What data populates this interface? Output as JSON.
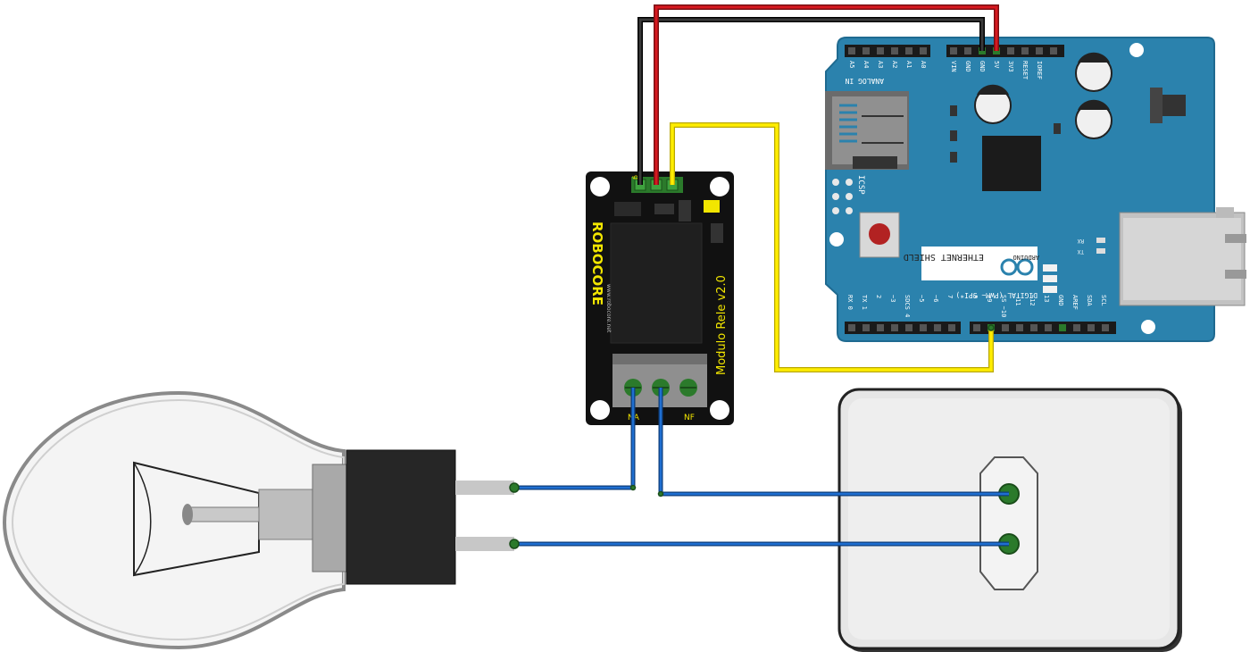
{
  "relay_module": {
    "title": "Modulo Rele v2.0",
    "brand": "ROBOCORE",
    "website": "www.robocore.net",
    "terminals": [
      "NA",
      "NF"
    ],
    "pin_label": "g"
  },
  "arduino": {
    "power_header_labels": [
      "VIN",
      "GND",
      "GND",
      "5V",
      "3V3",
      "RESET",
      "IOREF"
    ],
    "analog_header_labels": [
      "A5",
      "A4",
      "A3",
      "A2",
      "A1",
      "A0"
    ],
    "analog_title": "ANALOG IN",
    "digital_low_labels": [
      "RX 0",
      "TX 1",
      "2",
      "~3",
      "SDCS 4",
      "~5",
      "~6",
      "7"
    ],
    "digital_high_labels": [
      "8",
      "~9",
      "SS ~10",
      "~11",
      "~12",
      "13",
      "GND",
      "AREF",
      "SDA",
      "SCL"
    ],
    "digital_title": "DIGITAL (PWM~ SPI*)",
    "icsp_label": "ICSP",
    "rx_label": "RX",
    "tx_label": "TX",
    "arduino_label": "ARDUINO",
    "shield_label": "ETHERNET SHIELD"
  },
  "colors": {
    "wire_red": "#d71920",
    "wire_black": "#222222",
    "wire_yellow": "#ffee00",
    "wire_blue": "#1f6fd1",
    "board_blue": "#2a7fa8",
    "relay_black": "#111111"
  }
}
